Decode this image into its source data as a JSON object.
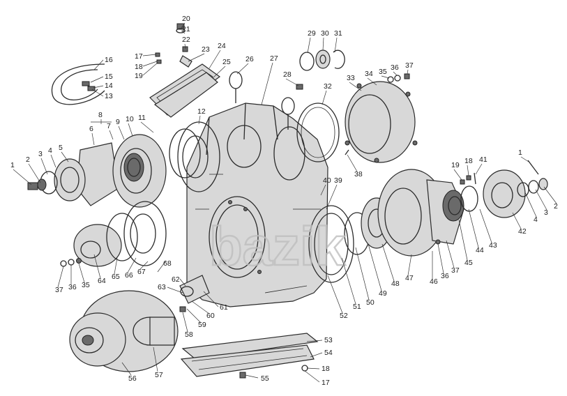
{
  "figure": {
    "corner_mark": "",
    "watermark": "bazik"
  },
  "labels": [
    {
      "id": "p20",
      "text": "20"
    },
    {
      "id": "p21",
      "text": "21"
    },
    {
      "id": "p22",
      "text": "22"
    },
    {
      "id": "p23",
      "text": "23"
    },
    {
      "id": "p24",
      "text": "24"
    },
    {
      "id": "p25",
      "text": "25"
    },
    {
      "id": "p26",
      "text": "26"
    },
    {
      "id": "p27",
      "text": "27"
    },
    {
      "id": "p28",
      "text": "28"
    },
    {
      "id": "p29",
      "text": "29"
    },
    {
      "id": "p30",
      "text": "30"
    },
    {
      "id": "p31",
      "text": "31"
    },
    {
      "id": "p32",
      "text": "32"
    },
    {
      "id": "p33",
      "text": "33"
    },
    {
      "id": "p34",
      "text": "34"
    },
    {
      "id": "p35a",
      "text": "35"
    },
    {
      "id": "p36a",
      "text": "36"
    },
    {
      "id": "p37a",
      "text": "37"
    },
    {
      "id": "p16",
      "text": "16"
    },
    {
      "id": "p15",
      "text": "15"
    },
    {
      "id": "p14",
      "text": "14"
    },
    {
      "id": "p13",
      "text": "13"
    },
    {
      "id": "p17a",
      "text": "17"
    },
    {
      "id": "p18a",
      "text": "18"
    },
    {
      "id": "p19a",
      "text": "19"
    },
    {
      "id": "p8",
      "text": "8"
    },
    {
      "id": "p7",
      "text": "7"
    },
    {
      "id": "p6",
      "text": "6"
    },
    {
      "id": "p9",
      "text": "9"
    },
    {
      "id": "p10",
      "text": "10"
    },
    {
      "id": "p11",
      "text": "11"
    },
    {
      "id": "p12",
      "text": "12"
    },
    {
      "id": "p5",
      "text": "5"
    },
    {
      "id": "p4a",
      "text": "4"
    },
    {
      "id": "p3a",
      "text": "3"
    },
    {
      "id": "p2a",
      "text": "2"
    },
    {
      "id": "p1a",
      "text": "1"
    },
    {
      "id": "p38",
      "text": "38"
    },
    {
      "id": "p40",
      "text": "40"
    },
    {
      "id": "p39",
      "text": "39"
    },
    {
      "id": "p19b",
      "text": "19"
    },
    {
      "id": "p18b",
      "text": "18"
    },
    {
      "id": "p41",
      "text": "41"
    },
    {
      "id": "p1b",
      "text": "1"
    },
    {
      "id": "p2b",
      "text": "2"
    },
    {
      "id": "p3b",
      "text": "3"
    },
    {
      "id": "p4b",
      "text": "4"
    },
    {
      "id": "p42",
      "text": "42"
    },
    {
      "id": "p43",
      "text": "43"
    },
    {
      "id": "p44",
      "text": "44"
    },
    {
      "id": "p45",
      "text": "45"
    },
    {
      "id": "p37b",
      "text": "37"
    },
    {
      "id": "p36b",
      "text": "36"
    },
    {
      "id": "p46",
      "text": "46"
    },
    {
      "id": "p47",
      "text": "47"
    },
    {
      "id": "p48",
      "text": "48"
    },
    {
      "id": "p49",
      "text": "49"
    },
    {
      "id": "p50",
      "text": "50"
    },
    {
      "id": "p51",
      "text": "51"
    },
    {
      "id": "p52",
      "text": "52"
    },
    {
      "id": "p37c",
      "text": "37"
    },
    {
      "id": "p36c",
      "text": "36"
    },
    {
      "id": "p35c",
      "text": "35"
    },
    {
      "id": "p64",
      "text": "64"
    },
    {
      "id": "p65",
      "text": "65"
    },
    {
      "id": "p66",
      "text": "66"
    },
    {
      "id": "p67",
      "text": "67"
    },
    {
      "id": "p68",
      "text": "68"
    },
    {
      "id": "p63",
      "text": "63"
    },
    {
      "id": "p62",
      "text": "62"
    },
    {
      "id": "p61",
      "text": "61"
    },
    {
      "id": "p60",
      "text": "60"
    },
    {
      "id": "p59",
      "text": "59"
    },
    {
      "id": "p58",
      "text": "58"
    },
    {
      "id": "p53",
      "text": "53"
    },
    {
      "id": "p54",
      "text": "54"
    },
    {
      "id": "p18c",
      "text": "18"
    },
    {
      "id": "p17c",
      "text": "17"
    },
    {
      "id": "p55",
      "text": "55"
    },
    {
      "id": "p56",
      "text": "56"
    },
    {
      "id": "p57",
      "text": "57"
    }
  ]
}
